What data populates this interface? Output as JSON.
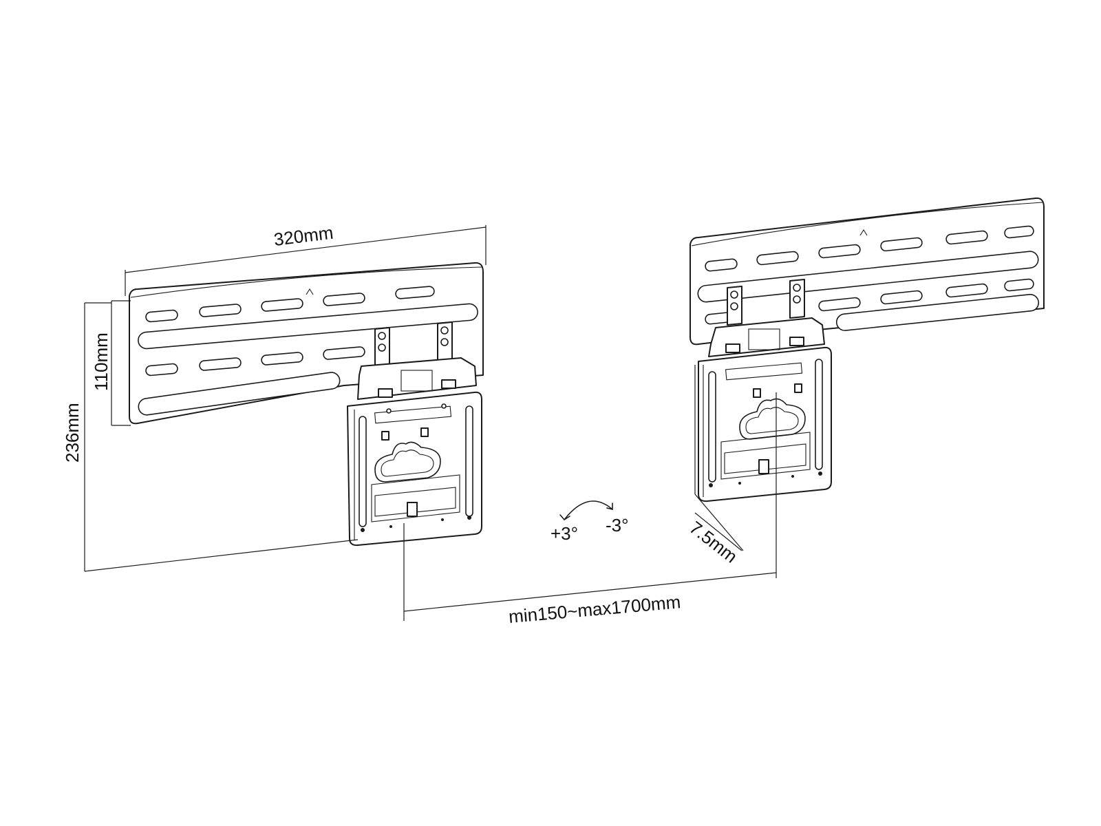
{
  "figure": {
    "left_bracket": {
      "width_label": "320mm",
      "plate_height_label": "110mm",
      "total_height_label": "236mm"
    },
    "right_bracket": {
      "depth_label": "7.5mm"
    },
    "tilt": {
      "plus_label": "+3°",
      "minus_label": "-3°"
    },
    "spacing_label": "min150~max1700mm"
  }
}
